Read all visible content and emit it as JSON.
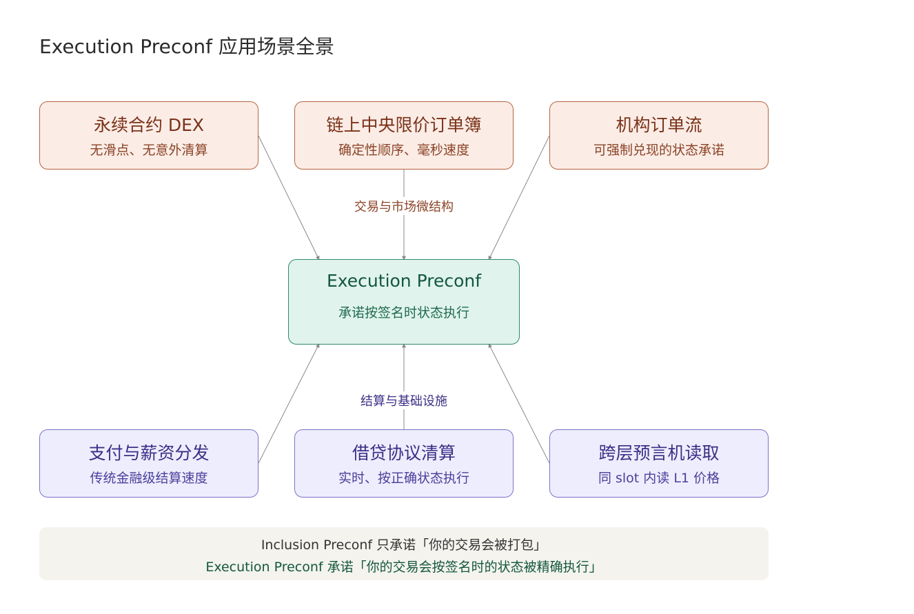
{
  "title": "Execution Preconf 应用场景全景",
  "center": {
    "title": "Execution Preconf",
    "subtitle": "承诺按签名时状态执行"
  },
  "groups": {
    "top_label": "交易与市场微结构",
    "bottom_label": "结算与基础设施"
  },
  "top_items": [
    {
      "title": "永续合约 DEX",
      "subtitle": "无滑点、无意外清算"
    },
    {
      "title": "链上中央限价订单簿",
      "subtitle": "确定性顺序、毫秒速度"
    },
    {
      "title": "机构订单流",
      "subtitle": "可强制兑现的状态承诺"
    }
  ],
  "bottom_items": [
    {
      "title": "支付与薪资分发",
      "subtitle": "传统金融级结算速度"
    },
    {
      "title": "借贷协议清算",
      "subtitle": "实时、按正确状态执行"
    },
    {
      "title": "跨层预言机读取",
      "subtitle": "同 slot 内读 L1 价格"
    }
  ],
  "note": {
    "line1": "Inclusion Preconf 只承诺「你的交易会被打包」",
    "line2": "Execution Preconf 承诺「你的交易会按签名时的状态被精确执行」"
  },
  "colors": {
    "top_fill": "#fbece6",
    "top_border": "#b5643f",
    "center_fill": "#e0f3ec",
    "center_border": "#2f8a69",
    "bottom_fill": "#eeedfd",
    "bottom_border": "#7b72c9",
    "connector": "#888888"
  }
}
